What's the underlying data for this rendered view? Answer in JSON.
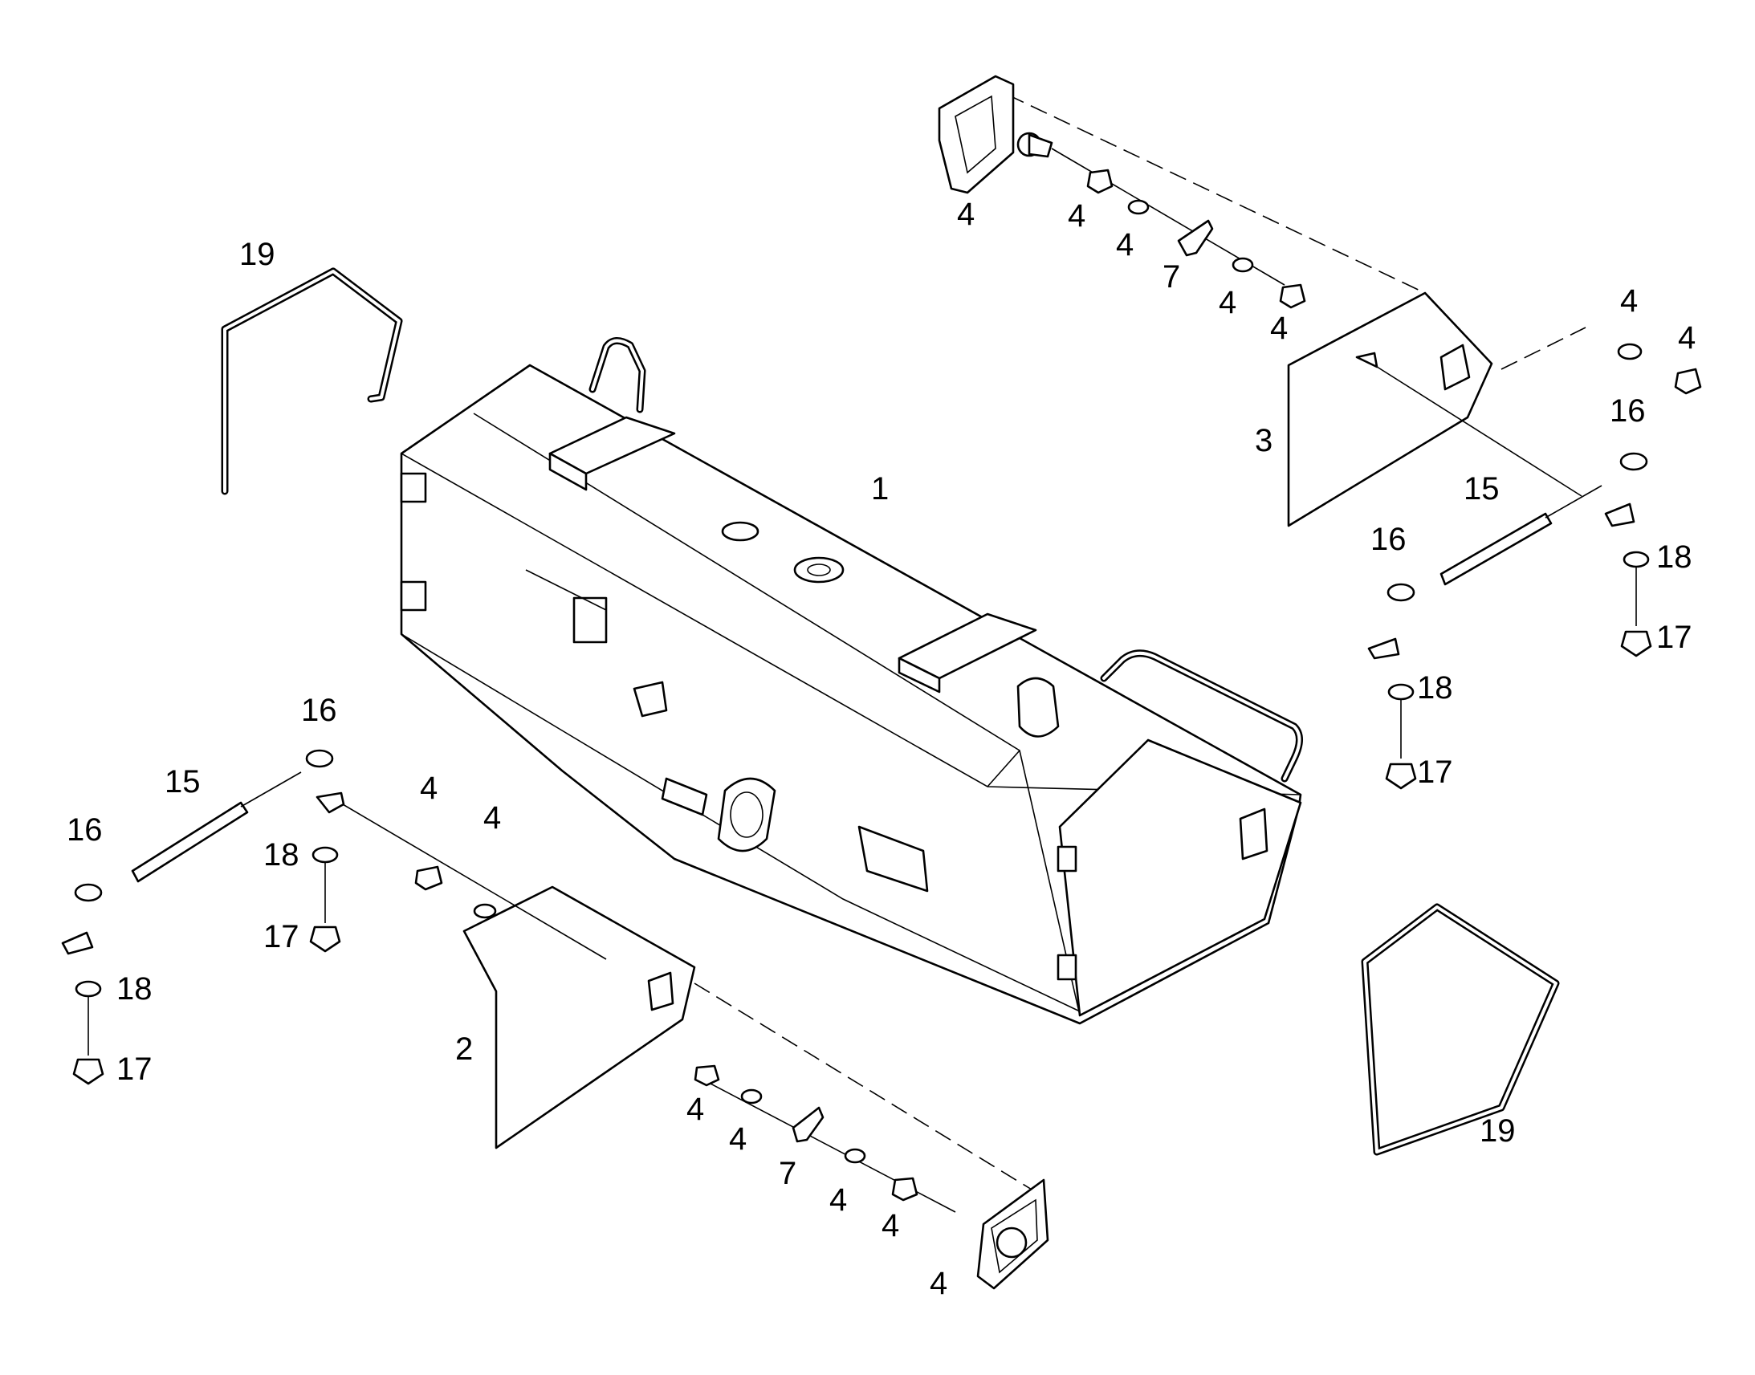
{
  "diagram": {
    "callouts": {
      "c1": "1",
      "c2": "2",
      "c3": "3",
      "c4": "4",
      "c7": "7",
      "c15": "15",
      "c16": "16",
      "c17": "17",
      "c18": "18",
      "c19": "19"
    }
  }
}
